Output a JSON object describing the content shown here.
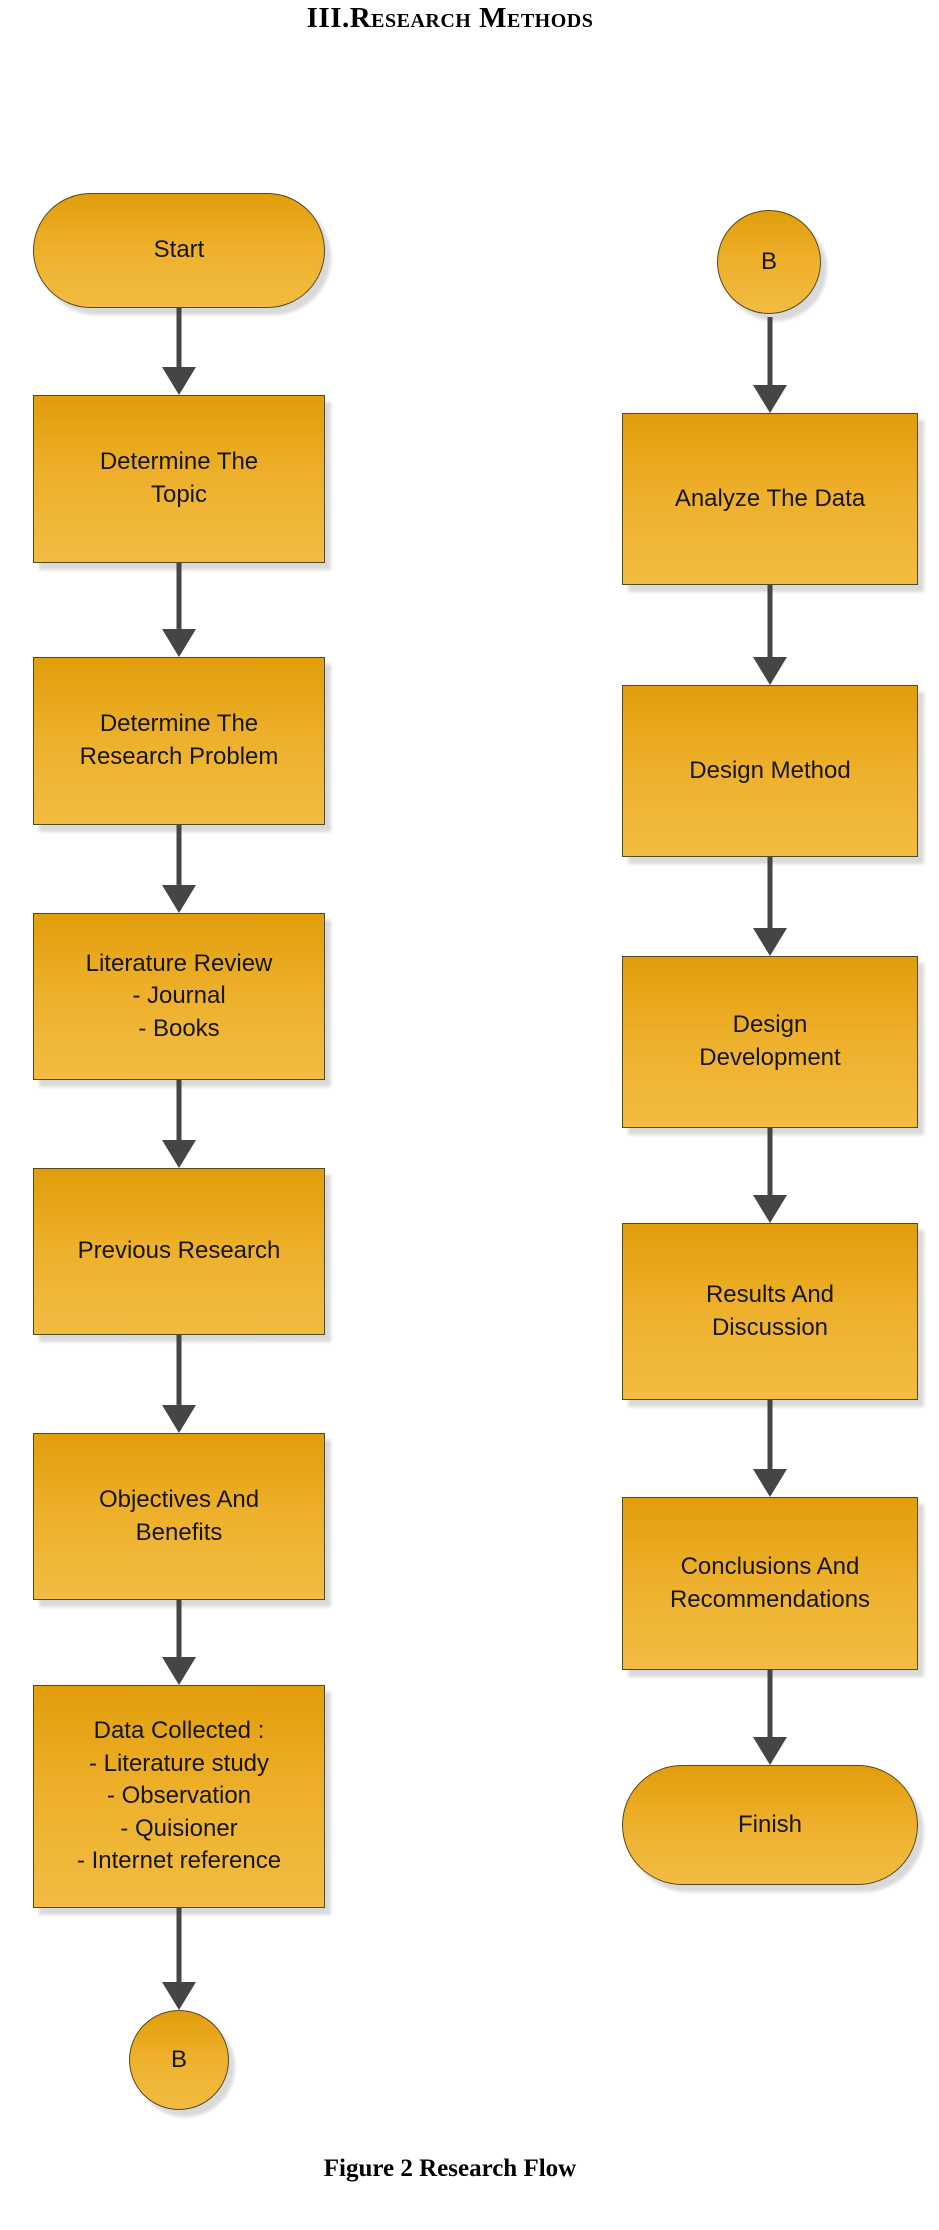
{
  "page": {
    "title": "III.Research Methods",
    "caption": "Figure 2 Research Flow"
  },
  "flowchart": {
    "left": {
      "start": {
        "type": "terminator",
        "label": "Start"
      },
      "steps": [
        {
          "type": "process",
          "label": "Determine The\nTopic"
        },
        {
          "type": "process",
          "label": "Determine The\nResearch Problem"
        },
        {
          "type": "process",
          "label": "Literature Review\n- Journal\n- Books"
        },
        {
          "type": "process",
          "label": "Previous Research"
        },
        {
          "type": "process",
          "label": "Objectives And\nBenefits"
        },
        {
          "type": "process",
          "label": "Data Collected :\n- Literature study\n- Observation\n- Quisioner\n- Internet reference"
        }
      ],
      "connector": {
        "type": "connector",
        "label": "B"
      }
    },
    "right": {
      "connector": {
        "type": "connector",
        "label": "B"
      },
      "steps": [
        {
          "type": "process",
          "label": "Analyze The Data"
        },
        {
          "type": "process",
          "label": "Design Method"
        },
        {
          "type": "process",
          "label": "Design\nDevelopment"
        },
        {
          "type": "process",
          "label": "Results And\nDiscussion"
        },
        {
          "type": "process",
          "label": "Conclusions And\nRecommendations"
        }
      ],
      "finish": {
        "type": "terminator",
        "label": "Finish"
      }
    },
    "colors": {
      "shape_fill_top": "#e19d0b",
      "shape_fill_bottom": "#f2bc42",
      "shape_border": "#55491f",
      "arrow": "#454545",
      "text": "#161616"
    }
  }
}
